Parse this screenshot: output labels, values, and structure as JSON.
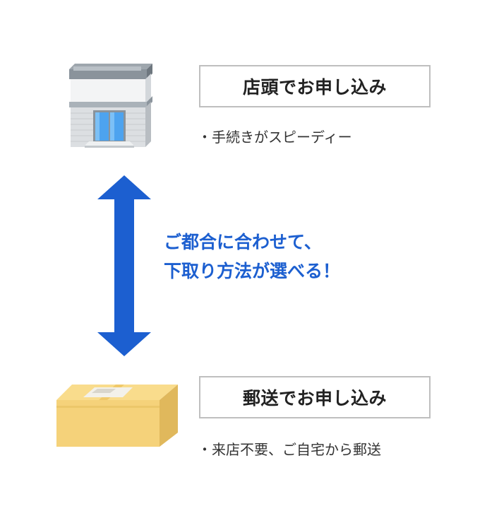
{
  "store": {
    "title": "店頭でお申し込み",
    "note": "・手続きがスピーディー"
  },
  "tagline": {
    "line1": "ご都合に合わせて、",
    "line2": "下取り方法が選べる！"
  },
  "mail": {
    "title": "郵送でお申し込み",
    "note": "・来店不要、ご自宅から郵送"
  },
  "colors": {
    "accent_blue": "#1c5fd0",
    "box_border": "#bfbfbf",
    "cardboard": "#f5d27a"
  },
  "icons": {
    "store": "store-building-icon",
    "arrow": "double-arrow-icon",
    "package": "cardboard-box-icon"
  }
}
